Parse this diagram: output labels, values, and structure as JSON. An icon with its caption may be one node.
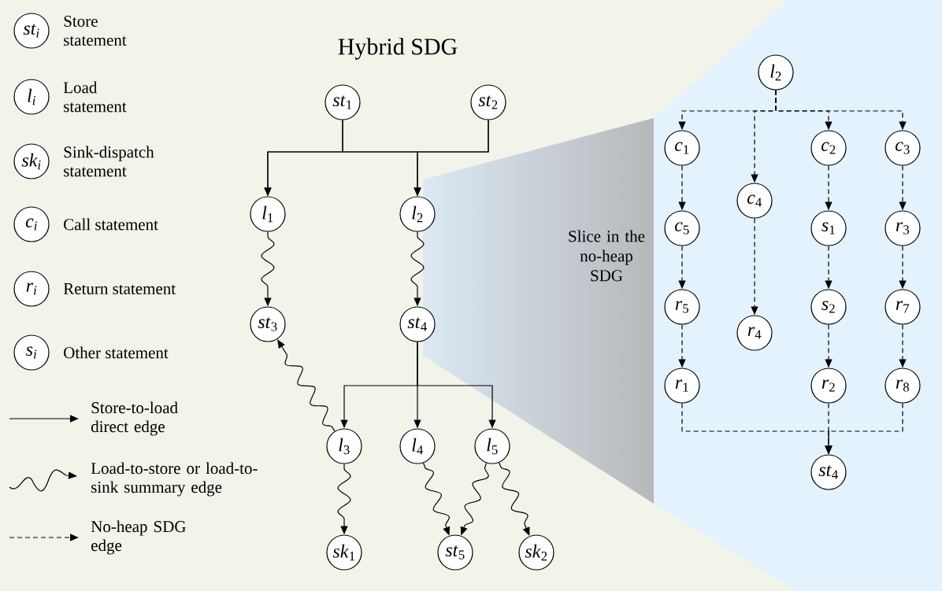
{
  "diagram": {
    "title": "Hybrid SDG",
    "nodes": [
      {
        "text": [
          "*st*$_{i}$"
        ],
        "beside": [
          "Store statement"
        ]
      },
      {
        "text": [
          "*l*$_{i}$"
        ],
        "beside": [
          "Load statement"
        ]
      },
      {
        "text": [
          "*sk*$_{i}$"
        ],
        "beside": [
          "Sink-dispatch statement"
        ]
      },
      {
        "text": [
          "*c*$_{i}$"
        ],
        "beside": [
          "Call statement"
        ]
      },
      {
        "text": [
          "*r*$_{i}$"
        ],
        "beside": [
          "Return statement"
        ]
      },
      {
        "text": [
          "*s*$_{i}$"
        ],
        "beside": [
          "Other statement"
        ]
      },
      {
        "text": [
          "*st*$_{1}$"
        ]
      },
      {
        "text": [
          "*st*$_{2}$"
        ]
      },
      {
        "text": [
          "*l*$_{1}$"
        ]
      },
      {
        "text": [
          "*l*$_{2}$"
        ]
      },
      {
        "text": [
          "*st*$_{3}$"
        ]
      },
      {
        "text": [
          "*st*$_{4}$"
        ]
      },
      {
        "text": [
          "*l*$_{3}$"
        ]
      },
      {
        "text": [
          "*l*$_{4}$"
        ]
      },
      {
        "text": [
          "*l*$_{5}$"
        ]
      },
      {
        "text": [
          "*sk*$_{1}$"
        ]
      },
      {
        "text": [
          "*st*$_{5}$"
        ]
      },
      {
        "text": [
          "*sk*$_{2}$"
        ]
      },
      {
        "text": [
          "*l*$_{2}$"
        ]
      },
      {
        "text": [
          "*c*$_{1}$"
        ]
      },
      {
        "text": [
          "*c*$_{4}$"
        ]
      },
      {
        "text": [
          "*c*$_{2}$"
        ]
      },
      {
        "text": [
          "*c*$_{3}$"
        ]
      },
      {
        "text": [
          "*c*$_{5}$"
        ]
      },
      {
        "text": [
          "*s*$_{1}$"
        ]
      },
      {
        "text": [
          "*r*$_{3}$"
        ]
      },
      {
        "text": [
          "*r*$_{5}$"
        ]
      },
      {
        "text": [
          "*r*$_{4}$"
        ]
      },
      {
        "text": [
          "*s*$_{2}$"
        ]
      },
      {
        "text": [
          "*r*$_{7}$"
        ]
      },
      {
        "text": [
          "*r*$_{1}$"
        ]
      },
      {
        "text": [
          "*r*$_{2}$"
        ]
      },
      {
        "text": [
          "*r*$_{8}$"
        ]
      },
      {
        "text": [
          "*st*$_{4}$"
        ]
      }
    ],
    "edges": [
      {
        "from": 6,
        "to": 8,
        "arrow": "to"
      },
      {
        "from": 6,
        "to": 9,
        "arrow": "to"
      },
      {
        "from": 7,
        "to": 8,
        "arrow": "to"
      },
      {
        "from": 7,
        "to": 9,
        "arrow": "to"
      },
      {
        "from": 8,
        "to": 10,
        "arrow": "to"
      },
      {
        "from": 9,
        "to": 11,
        "arrow": "to"
      },
      {
        "from": 11,
        "to": 12,
        "arrow": "to"
      },
      {
        "from": 11,
        "to": 13,
        "arrow": "to"
      },
      {
        "from": 11,
        "to": 14,
        "arrow": "to"
      },
      {
        "from": 12,
        "to": 10,
        "arrow": "to"
      },
      {
        "from": 12,
        "to": 15,
        "arrow": "to"
      },
      {
        "from": 13,
        "to": 16,
        "arrow": "to"
      },
      {
        "from": 14,
        "to": 16,
        "arrow": "to"
      },
      {
        "from": 14,
        "to": 17,
        "arrow": "to"
      },
      {
        "from": 18,
        "to": 19,
        "arrow": "to",
        "style": "dashed"
      },
      {
        "from": 18,
        "to": 20,
        "arrow": "to",
        "style": "dashed"
      },
      {
        "from": 18,
        "to": 21,
        "arrow": "to",
        "style": "dashed"
      },
      {
        "from": 18,
        "to": 22,
        "arrow": "to",
        "style": "dashed"
      },
      {
        "from": 19,
        "to": 23,
        "arrow": "to",
        "style": "dashed"
      },
      {
        "from": 23,
        "to": 26,
        "arrow": "to",
        "style": "dashed"
      },
      {
        "from": 26,
        "to": 30,
        "arrow": "to",
        "style": "dashed"
      },
      {
        "from": 20,
        "to": 27,
        "arrow": "to",
        "style": "dashed"
      },
      {
        "from": 21,
        "to": 24,
        "arrow": "to",
        "style": "dashed"
      },
      {
        "from": 24,
        "to": 28,
        "arrow": "to",
        "style": "dashed"
      },
      {
        "from": 28,
        "to": 31,
        "arrow": "to",
        "style": "dashed"
      },
      {
        "from": 22,
        "to": 25,
        "arrow": "to",
        "style": "dashed"
      },
      {
        "from": 25,
        "to": 29,
        "arrow": "to",
        "style": "dashed"
      },
      {
        "from": 29,
        "to": 32,
        "arrow": "to",
        "style": "dashed"
      },
      {
        "from": 30,
        "to": 33,
        "arrow": "to",
        "style": "dashed"
      },
      {
        "from": 31,
        "to": 33,
        "arrow": "to",
        "style": "dashed"
      },
      {
        "from": 32,
        "to": 33,
        "arrow": "to",
        "style": "dashed"
      }
    ],
    "labels": [
      "Slice in the no-heap SDG"
    ],
    "legend": [
      {
        "text": "Store-to-load direct edge"
      },
      {
        "text": "Load-to-store or load-to-sink summary edge"
      },
      {
        "text": "No-heap SDG edge"
      }
    ]
  }
}
